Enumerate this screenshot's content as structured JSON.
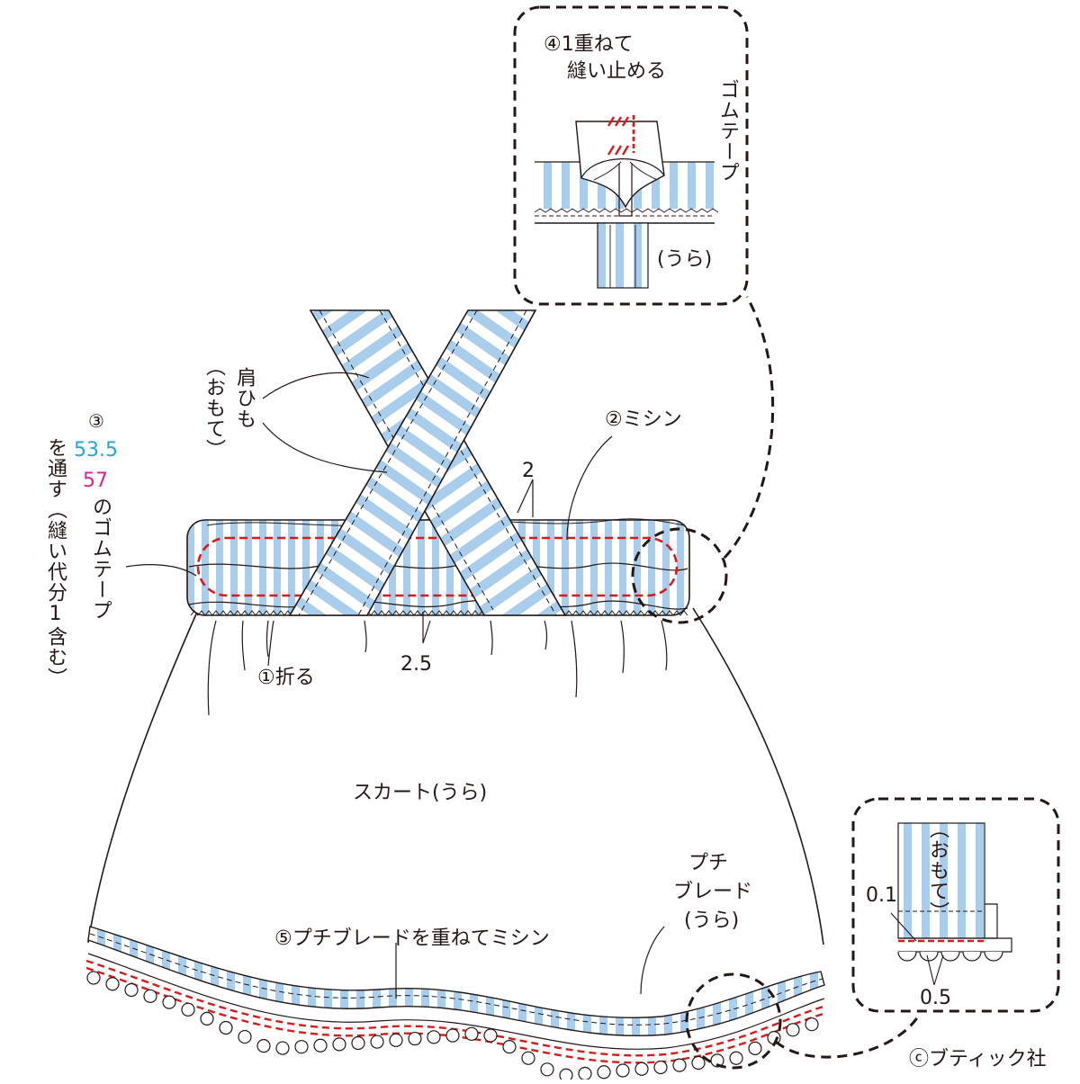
{
  "colors": {
    "stripe_blue": "#a9cdea",
    "stitch_red": "#d51c1c",
    "line_black": "#231815",
    "text_blue": "#1ea7d8",
    "text_pink": "#d6258c"
  },
  "labels": {
    "step1_fold": "①折る",
    "step2_sew": "②ミシン",
    "step3_circle": "③",
    "step3_blue": "53.5",
    "step3_pink": "57",
    "step3_pink_suffix": "のゴムテープ",
    "step3_pass": "を通す（縫い代分1含む）",
    "step4_line1": "④1重ねて",
    "step4_line2": "縫い止める",
    "elastic_tape": "ゴムテープ",
    "ura_inset": "(うら)",
    "shoulder_strap": "肩ひも",
    "shoulder_strap_side": "（おもて）",
    "skirt_back": "スカート(うら)",
    "step5_braid": "⑤プチブレードを重ねてミシン",
    "petit_braid_line1": "プチ",
    "petit_braid_line2": "ブレード",
    "petit_braid_line3": "(うら)",
    "omote_inset": "（おもて）",
    "copyright": "ⓒブティック社"
  },
  "measurements": {
    "band_top": "2",
    "band_bottom": "2.5",
    "inset_01": "0.1",
    "inset_05": "0.5"
  }
}
